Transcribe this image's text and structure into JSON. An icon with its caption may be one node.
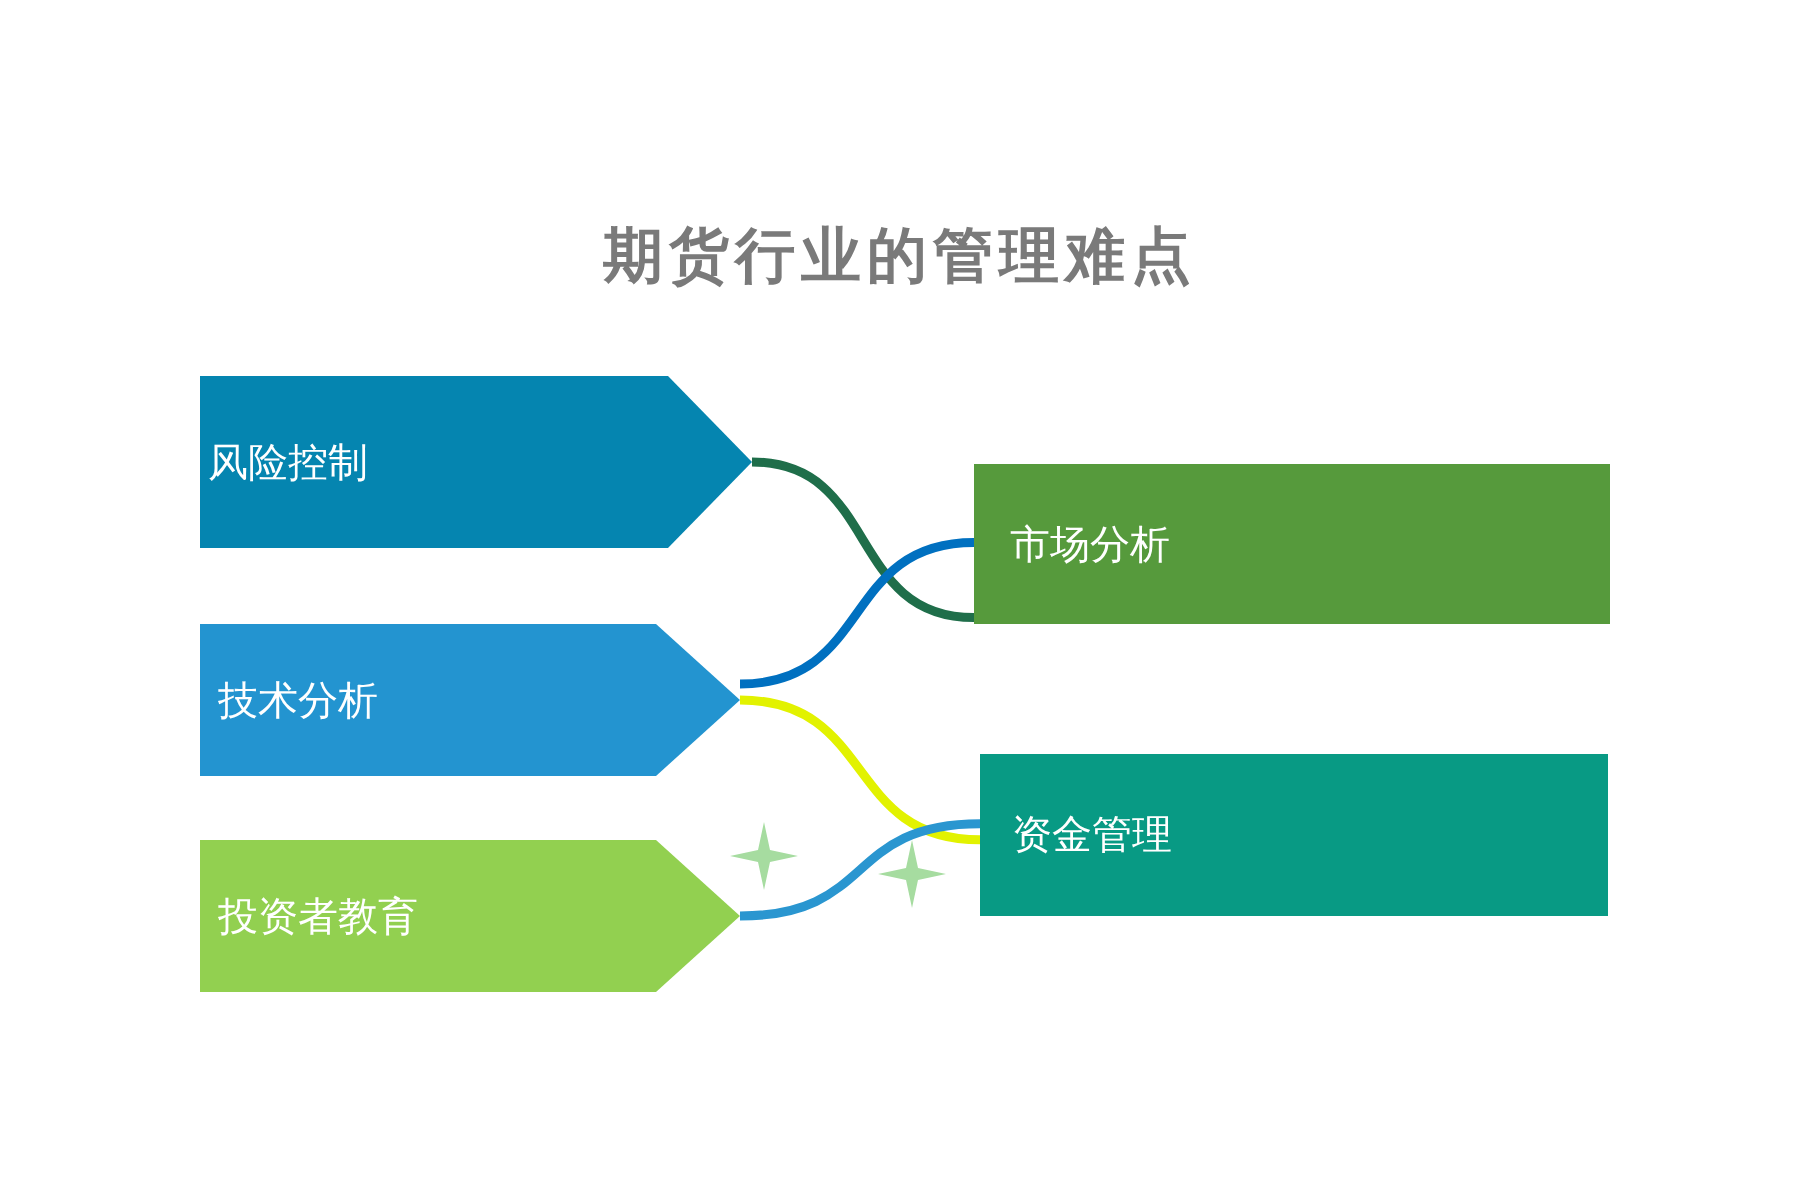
{
  "diagram": {
    "title": "期货行业的管理难点",
    "nodes": [
      {
        "text": [
          "风险控制"
        ]
      },
      {
        "text": [
          "技术分析"
        ]
      },
      {
        "text": [
          "投资者教育"
        ]
      },
      {
        "text": [
          "市场分析"
        ]
      },
      {
        "text": [
          "资金管理"
        ]
      }
    ],
    "edges": [
      {
        "from": 0,
        "to": 3,
        "arrow": "none",
        "color": "#1f6e4a"
      },
      {
        "from": 1,
        "to": 3,
        "arrow": "none",
        "color": "#0070c0"
      },
      {
        "from": 1,
        "to": 4,
        "arrow": "none",
        "color": "#e2f200"
      },
      {
        "from": 2,
        "to": 4,
        "arrow": "none",
        "color": "#2a96d0"
      }
    ]
  }
}
